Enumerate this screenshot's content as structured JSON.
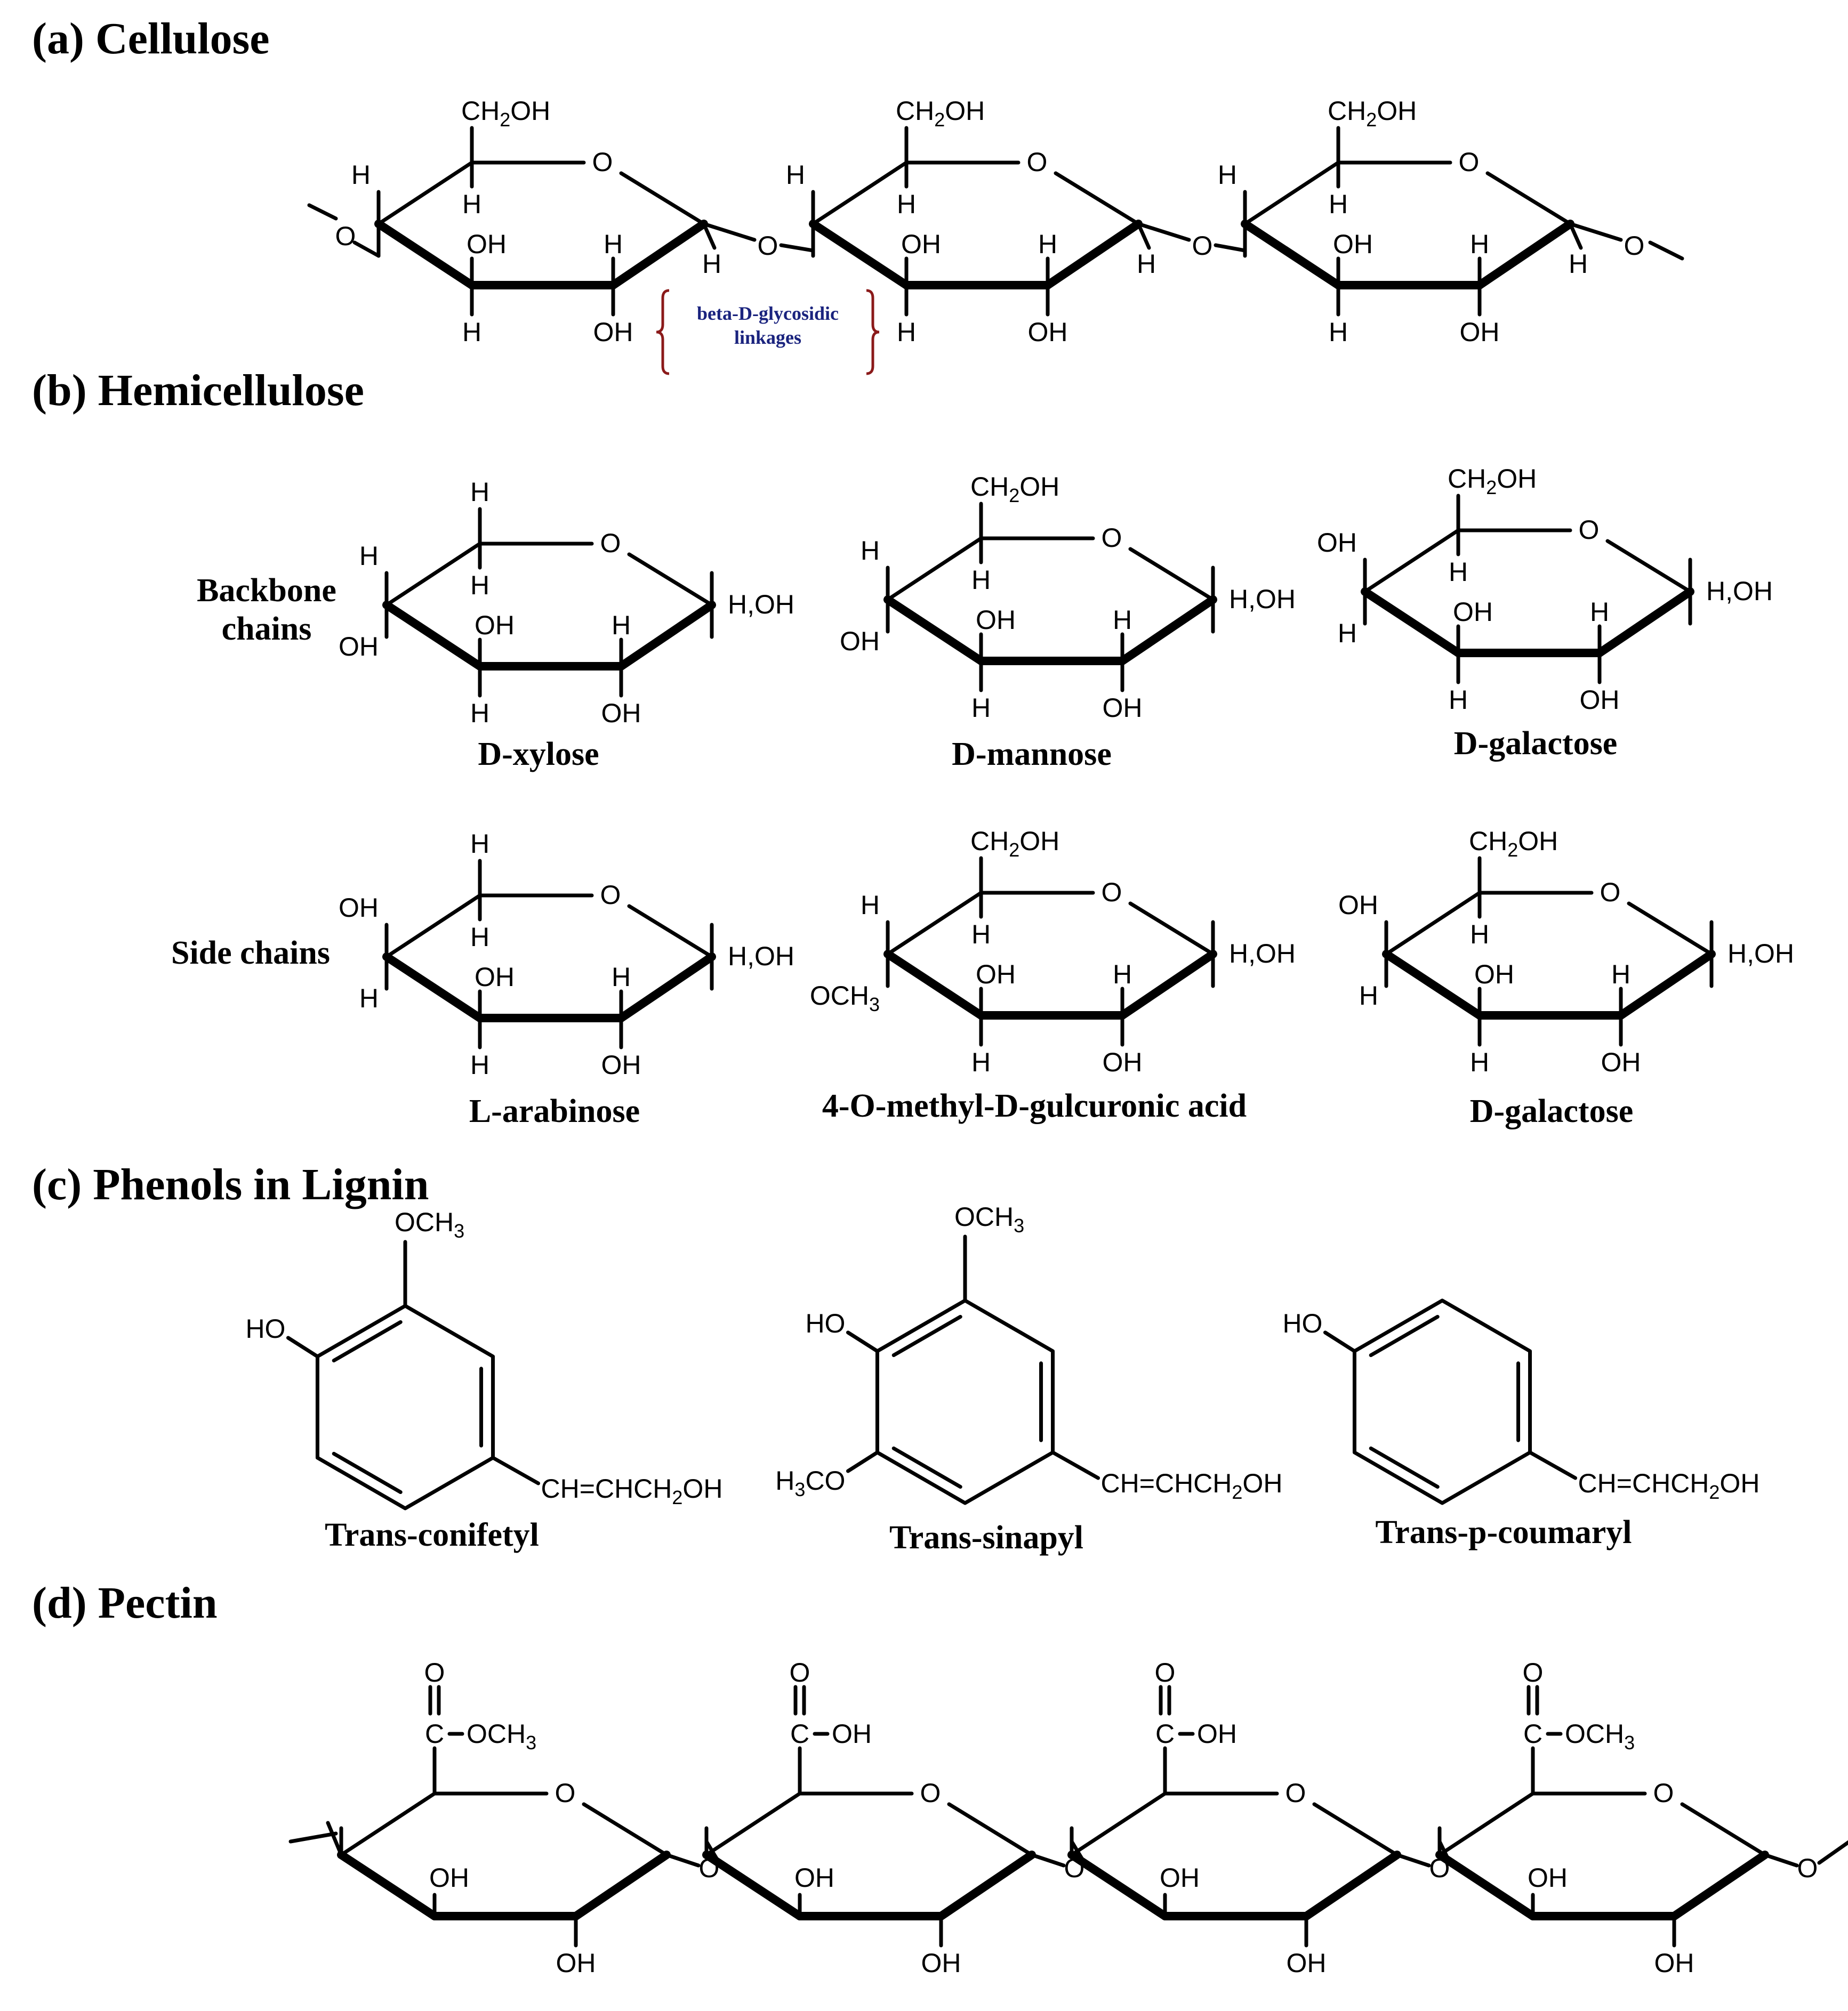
{
  "colors": {
    "red": "#b01818",
    "blue": "#1c2d9c",
    "black": "#000000",
    "brace": "#8b1a1a"
  },
  "panels": {
    "a": {
      "heading": "(a) Cellulose",
      "linkage_note": [
        "beta-D-glycosidic",
        "linkages"
      ]
    },
    "b": {
      "heading": "(b) Hemicellulose",
      "row_labels": {
        "backbone": [
          "Backbone",
          "chains"
        ],
        "side": "Side chains"
      },
      "backbone": [
        "D-xylose",
        "D-mannose",
        "D-galactose"
      ],
      "side_chains": [
        "L-arabinose",
        "4-O-methyl-D-gulcuronic acid",
        "D-galactose"
      ]
    },
    "c": {
      "heading": "(c) Phenols in Lignin",
      "compounds": [
        "Trans-conifetyl",
        "Trans-sinapyl",
        "Trans-p-coumaryl"
      ]
    },
    "d": {
      "heading": "(d) Pectin",
      "unit_substituents": [
        "OCH3",
        "OH",
        "OH",
        "OCH3"
      ]
    }
  },
  "atom_text": {
    "O": "O",
    "H": "H",
    "OH": "OH",
    "HO": "HO",
    "CH2OH": "CH2OH",
    "HOH": "H,OH",
    "OCH3": "OCH3",
    "H3CO": "H3CO",
    "C": "C",
    "allyl": "CH=CHCH2OH"
  }
}
